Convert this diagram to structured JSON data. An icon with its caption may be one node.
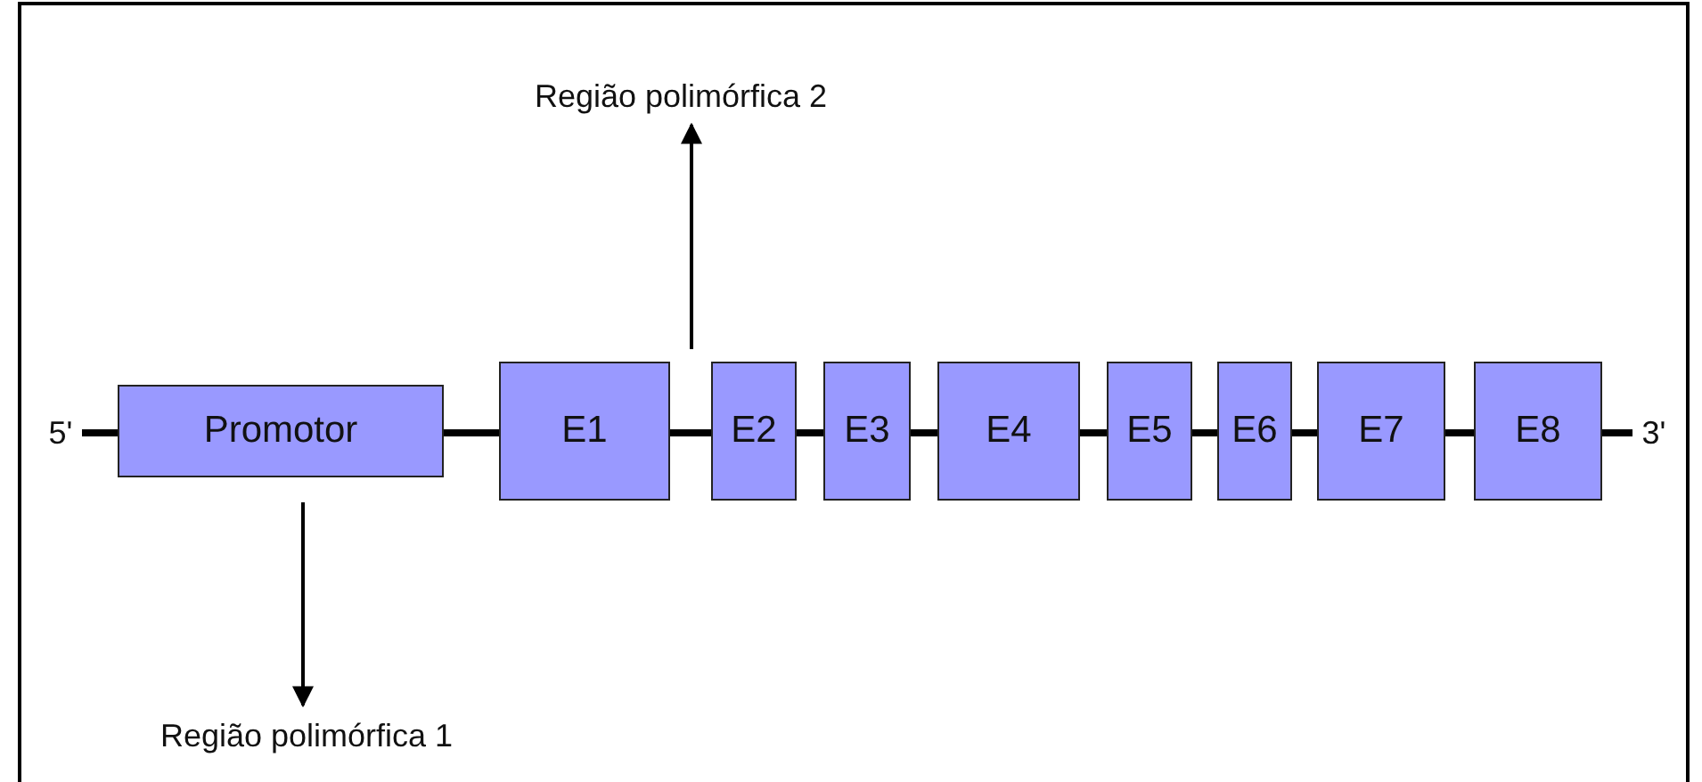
{
  "diagram": {
    "nodes": [
      {
        "text": [
          "5'"
        ]
      },
      {
        "text": [
          "Promotor"
        ]
      },
      {
        "text": [
          "E1"
        ]
      },
      {
        "text": [
          "E2"
        ]
      },
      {
        "text": [
          "E3"
        ]
      },
      {
        "text": [
          "E4"
        ]
      },
      {
        "text": [
          "E5"
        ]
      },
      {
        "text": [
          "E6"
        ]
      },
      {
        "text": [
          "E7"
        ]
      },
      {
        "text": [
          "E8"
        ]
      },
      {
        "text": [
          "3'"
        ]
      },
      {
        "text": [
          "Região polimórfica 2"
        ]
      },
      {
        "text": [
          "Região polimórfica 1"
        ]
      }
    ],
    "edges": [
      {
        "from": 0,
        "to": 1,
        "arrow": "none"
      },
      {
        "from": 1,
        "to": 2,
        "arrow": "none"
      },
      {
        "from": 2,
        "to": 3,
        "arrow": "none"
      },
      {
        "from": 3,
        "to": 4,
        "arrow": "none"
      },
      {
        "from": 4,
        "to": 5,
        "arrow": "none"
      },
      {
        "from": 5,
        "to": 6,
        "arrow": "none"
      },
      {
        "from": 6,
        "to": 7,
        "arrow": "none"
      },
      {
        "from": 7,
        "to": 8,
        "arrow": "none"
      },
      {
        "from": 8,
        "to": 9,
        "arrow": "none"
      },
      {
        "from": 9,
        "to": 10,
        "arrow": "none"
      },
      {
        "from": null,
        "to": 11,
        "arrow": "to"
      },
      {
        "from": null,
        "to": 12,
        "arrow": "to"
      }
    ]
  }
}
